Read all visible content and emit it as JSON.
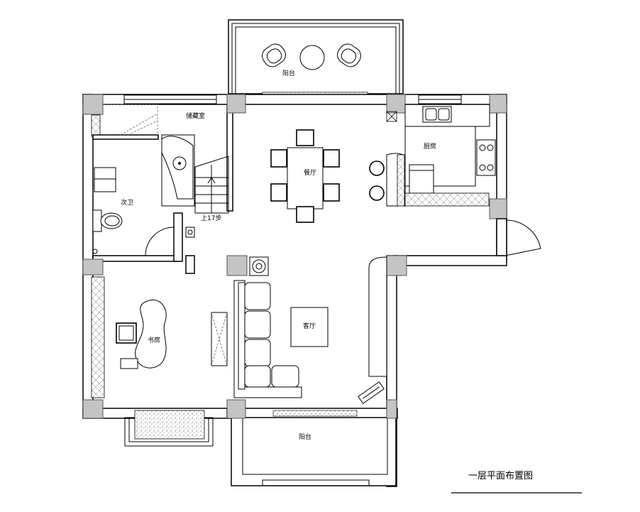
{
  "rooms": {
    "balcony_top": "阳台",
    "storage": "储藏室",
    "bathroom": "次卫",
    "dining": "餐厅",
    "kitchen": "厨房",
    "living": "客厅",
    "study": "书房",
    "balcony_bottom": "阳台"
  },
  "stair_label": "上17步",
  "drawing_title": "一层平面布置图"
}
